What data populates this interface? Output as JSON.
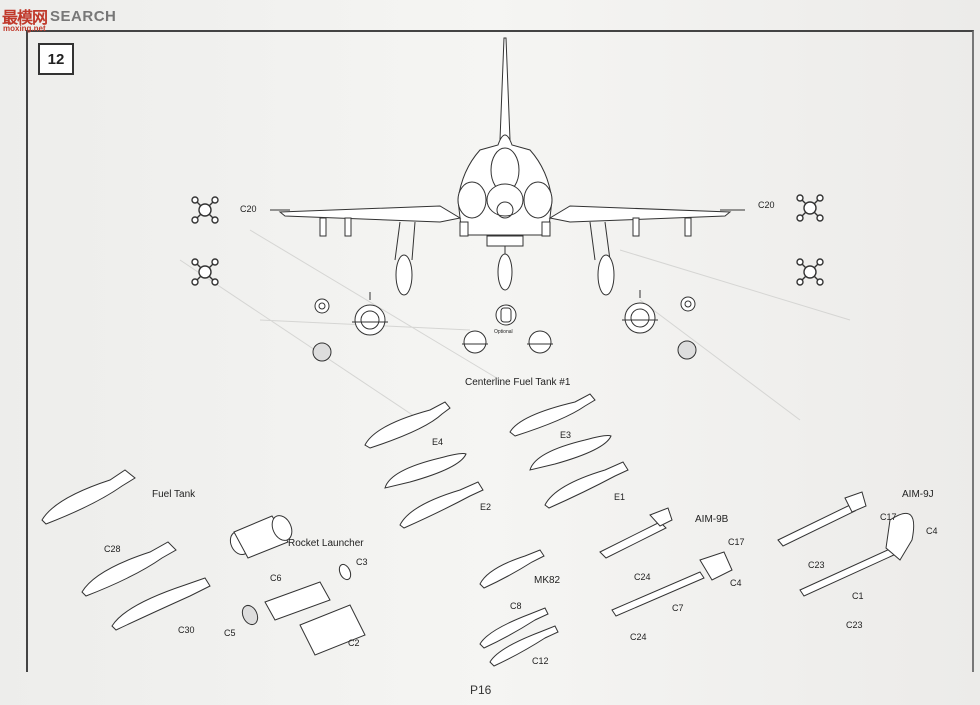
{
  "watermark": {
    "logo": "最模网",
    "brand": "SEARCH",
    "url": "moxing.net"
  },
  "step_number": "12",
  "page_number": "P16",
  "labels": {
    "c20_left": "C20",
    "c20_right": "C20",
    "optional": "Optional",
    "centerline_tank": "Centerline Fuel Tank #1",
    "e4": "E4",
    "e3": "E3",
    "e2": "E2",
    "e1": "E1",
    "fuel_tank": "Fuel Tank",
    "c28": "C28",
    "c30": "C30",
    "rocket_launcher": "Rocket Launcher",
    "c6": "C6",
    "c3": "C3",
    "c5": "C5",
    "c2": "C2",
    "mk82": "MK82",
    "c8": "C8",
    "c12": "C12",
    "aim9b": "AIM-9B",
    "c17_b": "C17",
    "c24_top": "C24",
    "c4_b": "C4",
    "c7": "C7",
    "c24_bot": "C24",
    "aim9j": "AIM-9J",
    "c17_j": "C17",
    "c4_j": "C4",
    "c23_top": "C23",
    "c1": "C1",
    "c23_bot": "C23"
  }
}
